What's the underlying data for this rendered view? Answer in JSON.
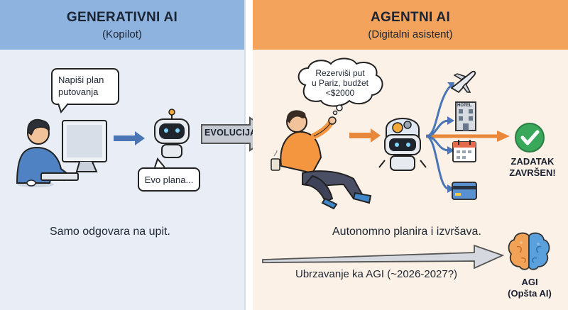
{
  "left_panel": {
    "title": "GENERATIVNI AI",
    "subtitle": "(Kopilot)",
    "user_prompt_lines": [
      "Napiši plan",
      "putovanja"
    ],
    "bot_reply": "Evo plana...",
    "caption": "Samo odgovara na upit."
  },
  "evolution_label": "EVOLUCIJA",
  "right_panel": {
    "title": "AGENTNI AI",
    "subtitle": "(Digitalni asistent)",
    "thought_lines": [
      "Rezerviši put",
      "u Pariz, budžet",
      "<$2000"
    ],
    "hotel_sign": "HOTEL",
    "result_lines": [
      "ZADATAK",
      "ZAVRŠEN!"
    ],
    "caption": "Autonomno planira i izvršava.",
    "acceleration_label": "Ubrzavanje ka AGI (~2026-2027?)",
    "agi_lines": [
      "AGI",
      "(Opšta AI)"
    ]
  },
  "colors": {
    "left_header": "#8fb3df",
    "right_header": "#f3a35c",
    "left_bg": "#e9eef6",
    "right_bg": "#fbf1e6",
    "blue_arrow": "#4a76b5",
    "orange_arrow": "#e8883a",
    "success_green": "#3aa85a"
  },
  "icons": [
    "user-at-computer-icon",
    "robot-icon",
    "relaxed-person-icon",
    "robot-gears-icon",
    "airplane-icon",
    "hotel-icon",
    "calendar-icon",
    "credit-card-icon",
    "checkmark-icon",
    "brain-icon"
  ]
}
